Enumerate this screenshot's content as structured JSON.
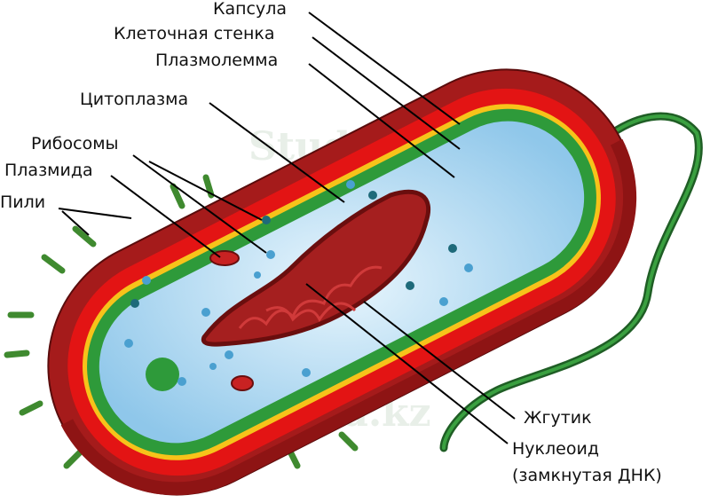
{
  "watermark": "Stud.kz",
  "labels": {
    "capsule": "Капсула",
    "cell_wall": "Клеточная стенка",
    "plasmalemma": "Плазмолемма",
    "cytoplasm": "Цитоплазма",
    "ribosomes": "Рибосомы",
    "plasmid": "Плазмида",
    "pili": "Пили",
    "flagellum": "Жгутик",
    "nucleoid": "Нуклеоид",
    "nucleoid_note": "(замкнутая ДНК)"
  },
  "colors": {
    "capsule": "#a51b1b",
    "wall": "#e31414",
    "membrane_yellow": "#f7c31a",
    "membrane_green": "#2e9a3a",
    "cytoplasm": "#bfe1f5",
    "dna": "#9c1a1a",
    "flagellum": "#2a7a30"
  }
}
